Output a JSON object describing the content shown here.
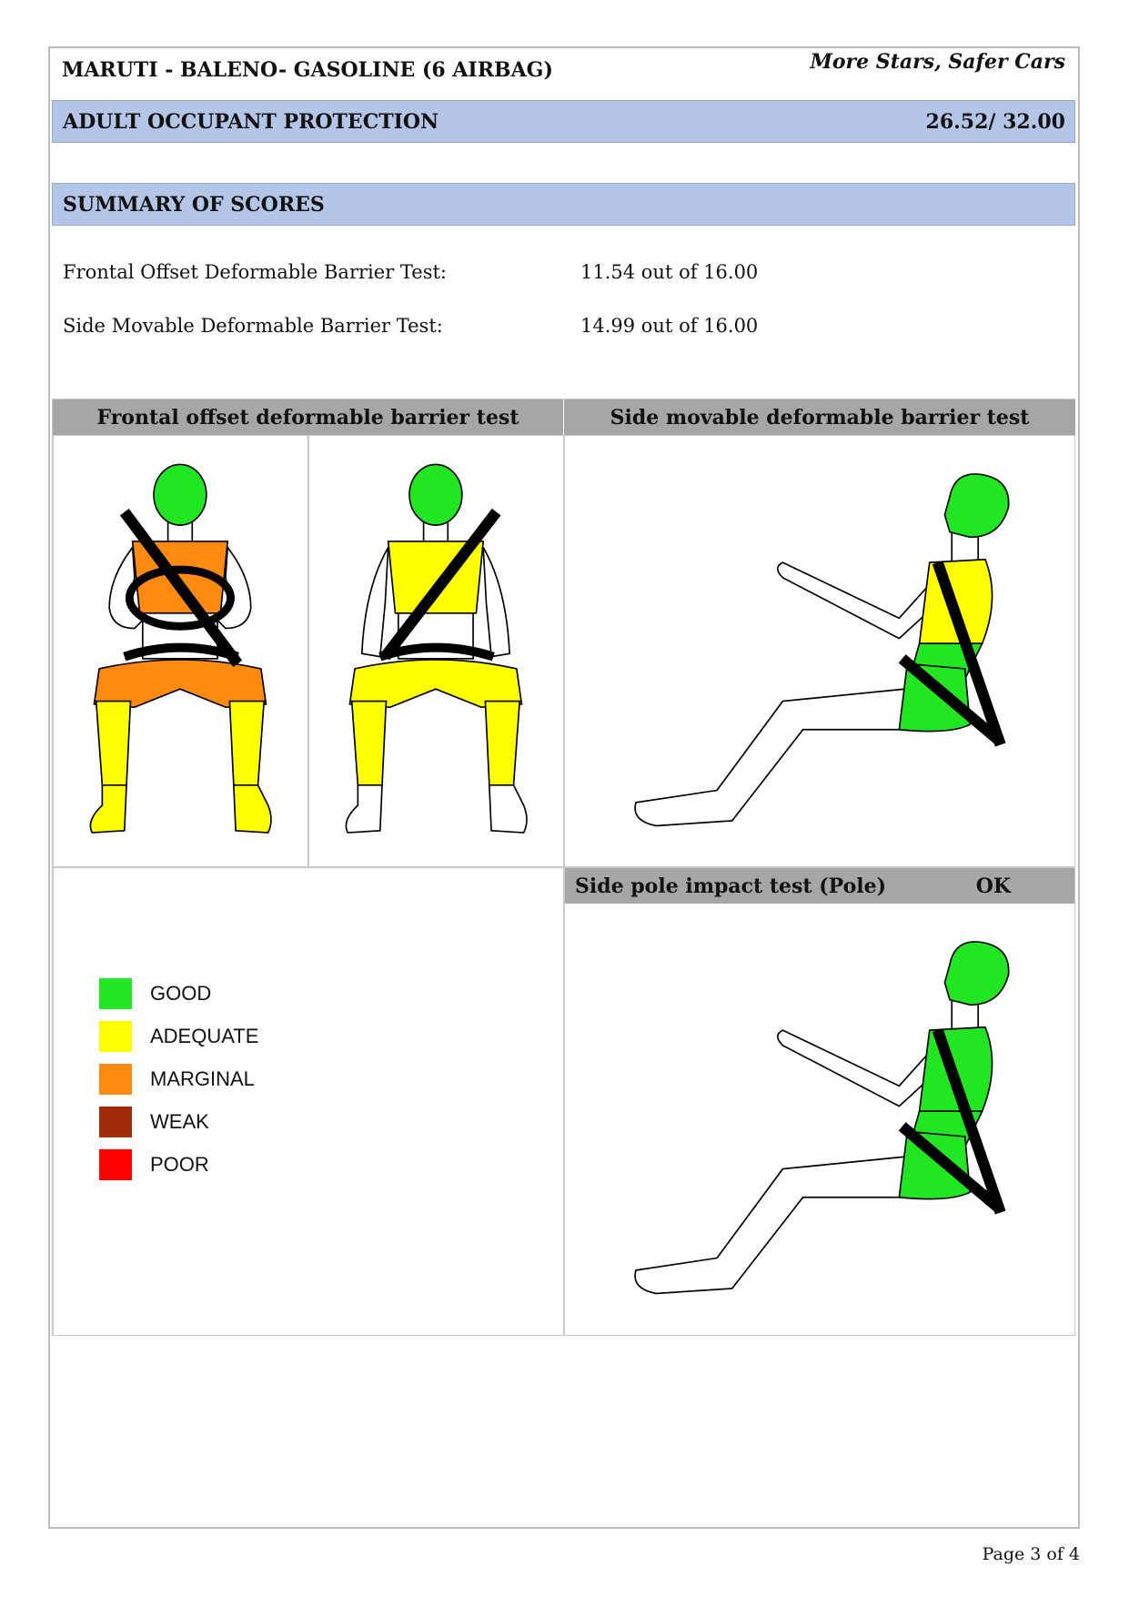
{
  "header": {
    "title": "MARUTI - BALENO- GASOLINE (6 AIRBAG)",
    "tagline": "More Stars, Safer Cars"
  },
  "adult": {
    "label": "ADULT OCCUPANT PROTECTION",
    "score": "26.52/ 32.00"
  },
  "summary": {
    "label": "SUMMARY OF SCORES",
    "rows": [
      {
        "label": "Frontal Offset Deformable Barrier Test:",
        "value": "11.54 out of 16.00"
      },
      {
        "label": "Side Movable Deformable Barrier Test:",
        "value": "14.99 out of 16.00"
      }
    ]
  },
  "tests": {
    "frontal": "Frontal offset deformable barrier test",
    "side": "Side movable deformable barrier test",
    "pole": "Side pole impact test (Pole)",
    "pole_result": "OK"
  },
  "legend": [
    {
      "label": "GOOD",
      "color": "#22e622"
    },
    {
      "label": "ADEQUATE",
      "color": "#ffff00"
    },
    {
      "label": "MARGINAL",
      "color": "#ff8a12"
    },
    {
      "label": "WEAK",
      "color": "#a02c0a"
    },
    {
      "label": "POOR",
      "color": "#ff0000"
    }
  ],
  "footer": {
    "page": "Page 3 of 4"
  }
}
